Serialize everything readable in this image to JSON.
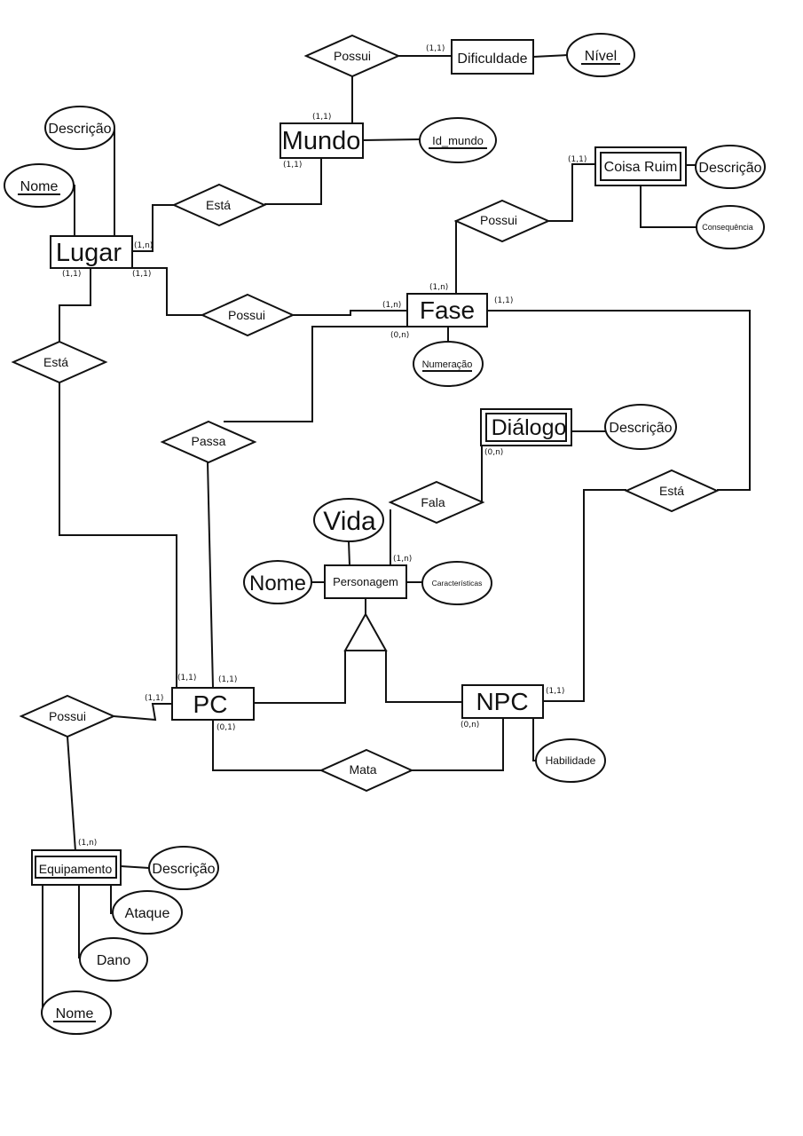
{
  "entities": {
    "mundo": "Mundo",
    "dificuldade": "Dificuldade",
    "lugar": "Lugar",
    "fase": "Fase",
    "coisa_ruim": "Coisa Ruim",
    "dialogo": "Diálogo",
    "personagem": "Personagem",
    "pc": "PC",
    "npc": "NPC",
    "equipamento": "Equipamento"
  },
  "relationships": {
    "possui_mundo_dificuldade": "Possui",
    "esta_lugar_mundo": "Está",
    "possui_fase_coisa": "Possui",
    "possui_lugar_fase": "Possui",
    "esta_lugar_pc": "Está",
    "passa": "Passa",
    "fala": "Fala",
    "esta_npc_fase": "Está",
    "possui_pc_equip": "Possui",
    "mata": "Mata"
  },
  "attributes": {
    "nivel": "Nível",
    "descricao_lugar": "Descrição",
    "nome_lugar": "Nome",
    "id_mundo": "Id_mundo",
    "descricao_coisa": "Descrição",
    "consequencia": "Consequência",
    "numeracao": "Numeração",
    "descricao_dialogo": "Descrição",
    "vida": "Vida",
    "nome_personagem": "Nome",
    "caracteristicas": "Características",
    "habilidade": "Habilidade",
    "descricao_equip": "Descrição",
    "ataque": "Ataque",
    "dano": "Dano",
    "nome_equip": "Nome"
  },
  "cardinalities": {
    "dificuldade_possui": "(1,1)",
    "mundo_possui": "(1,1)",
    "mundo_esta": "(1,1)",
    "lugar_esta_mundo": "(1,n)",
    "lugar_esta_pc": "(1,1)",
    "lugar_possui": "(1,1)",
    "coisa_possui": "(1,1)",
    "fase_possui_coisa": "(1,n)",
    "fase_possui_lugar": "(1,n)",
    "fase_passa": "(0,n)",
    "fase_esta": "(1,1)",
    "dialogo_fala": "(0,n)",
    "personagem_fala": "(1,n)",
    "pc_esta": "(1,1)",
    "pc_passa": "(1,1)",
    "pc_possui": "(1,1)",
    "pc_mata": "(0,1)",
    "npc_esta": "(1,1)",
    "npc_mata": "(0,n)",
    "equip_possui": "(1,n)"
  }
}
